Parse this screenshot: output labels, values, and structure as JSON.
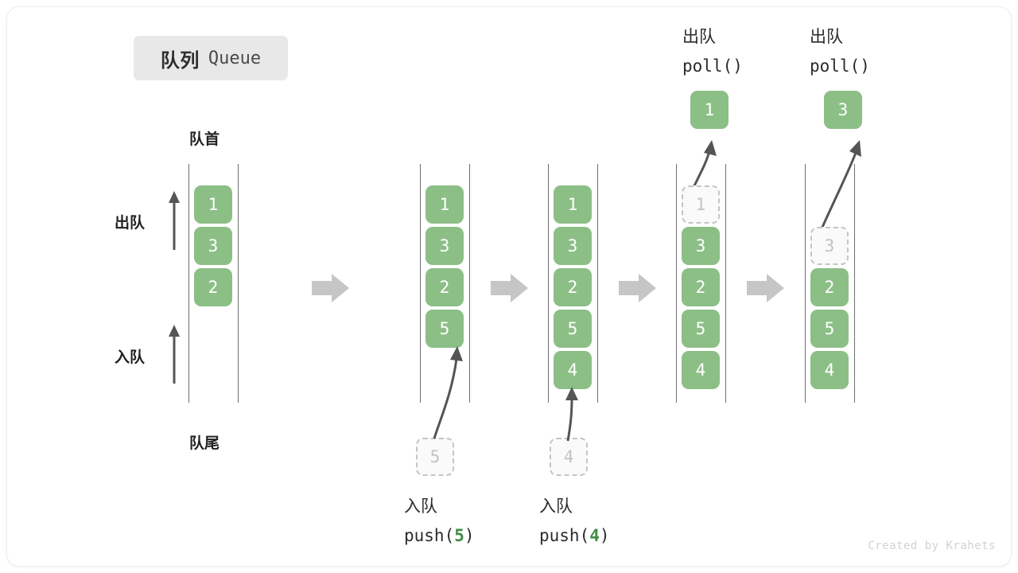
{
  "title": {
    "cn": "队列",
    "en": "Queue"
  },
  "labels": {
    "front": "队首",
    "rear": "队尾",
    "dequeue_side": "出队",
    "enqueue_side": "入队"
  },
  "colors": {
    "cell_fill": "#8cbf86",
    "cell_text": "#ffffff",
    "ghost_fill": "#fafafa",
    "ghost_border": "#c4c4c4",
    "ghost_text": "#c2c2c2",
    "rail": "#6f6f6f",
    "flow_arrow": "#c6c6c6",
    "accent_number": "#3f8c43",
    "title_pill_bg": "#e8e8e8",
    "credit": "#d2d2d2"
  },
  "stages": [
    {
      "id": "initial",
      "cells": [
        {
          "value": "1",
          "state": "filled"
        },
        {
          "value": "3",
          "state": "filled"
        },
        {
          "value": "2",
          "state": "filled"
        }
      ],
      "caption_cn": "",
      "caption_code": "",
      "incoming": null,
      "outgoing": null
    },
    {
      "id": "push-5",
      "cells": [
        {
          "value": "1",
          "state": "filled"
        },
        {
          "value": "3",
          "state": "filled"
        },
        {
          "value": "2",
          "state": "filled"
        },
        {
          "value": "5",
          "state": "filled"
        }
      ],
      "caption_cn": "入队",
      "caption_code": "push(5)",
      "caption_code_prefix": "push(",
      "caption_code_number": "5",
      "caption_code_suffix": ")",
      "incoming": {
        "value": "5",
        "state": "ghost"
      },
      "outgoing": null
    },
    {
      "id": "push-4",
      "cells": [
        {
          "value": "1",
          "state": "filled"
        },
        {
          "value": "3",
          "state": "filled"
        },
        {
          "value": "2",
          "state": "filled"
        },
        {
          "value": "5",
          "state": "filled"
        },
        {
          "value": "4",
          "state": "filled"
        }
      ],
      "caption_cn": "入队",
      "caption_code": "push(4)",
      "caption_code_prefix": "push(",
      "caption_code_number": "4",
      "caption_code_suffix": ")",
      "incoming": {
        "value": "4",
        "state": "ghost"
      },
      "outgoing": null
    },
    {
      "id": "poll-1",
      "cells": [
        {
          "value": "1",
          "state": "ghost"
        },
        {
          "value": "3",
          "state": "filled"
        },
        {
          "value": "2",
          "state": "filled"
        },
        {
          "value": "5",
          "state": "filled"
        },
        {
          "value": "4",
          "state": "filled"
        }
      ],
      "caption_cn": "出队",
      "caption_code": "poll()",
      "incoming": null,
      "outgoing": {
        "value": "1",
        "state": "filled"
      }
    },
    {
      "id": "poll-3",
      "cells": [
        {
          "value": "3",
          "state": "ghost"
        },
        {
          "value": "2",
          "state": "filled"
        },
        {
          "value": "5",
          "state": "filled"
        },
        {
          "value": "4",
          "state": "filled"
        }
      ],
      "caption_cn": "出队",
      "caption_code": "poll()",
      "incoming": null,
      "outgoing": {
        "value": "3",
        "state": "filled"
      }
    }
  ],
  "credit": "Created by Krahets"
}
